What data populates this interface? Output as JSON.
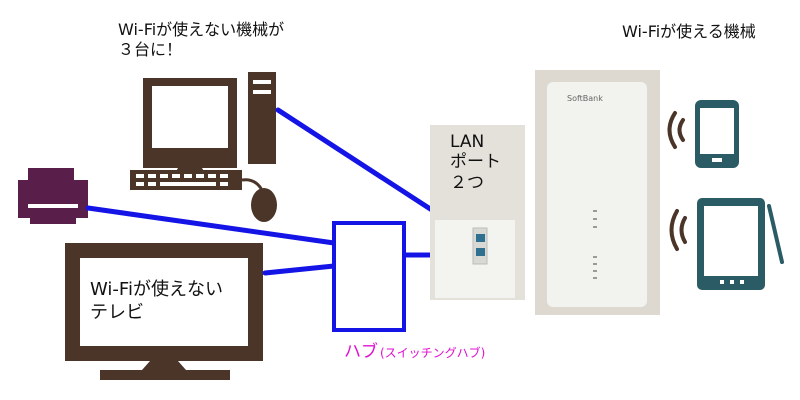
{
  "labels": {
    "no_wifi_devices": "Wi-Fiが使えない機械が\n３台に！",
    "wifi_devices": "Wi-Fiが使える機械",
    "lan_ports": "LAN\nポート\n２つ",
    "tv_label": "Wi-Fiが使えない\nテレビ",
    "hub_main": "ハブ",
    "hub_sub": "(スイッチングハブ)",
    "router_brand": "SoftBank"
  },
  "colors": {
    "cable": "#1414e6",
    "device_brown": "#4a3528",
    "teal": "#2b5c66",
    "printer_purple": "#5a1e4a",
    "hub_text": "#e010d0",
    "router_body": "#f2f2ee"
  },
  "icons": [
    "desktop-pc-icon",
    "printer-icon",
    "tv-icon",
    "smartphone-icon",
    "tablet-icon",
    "wifi-signal-icon",
    "router-icon",
    "switching-hub-icon"
  ]
}
